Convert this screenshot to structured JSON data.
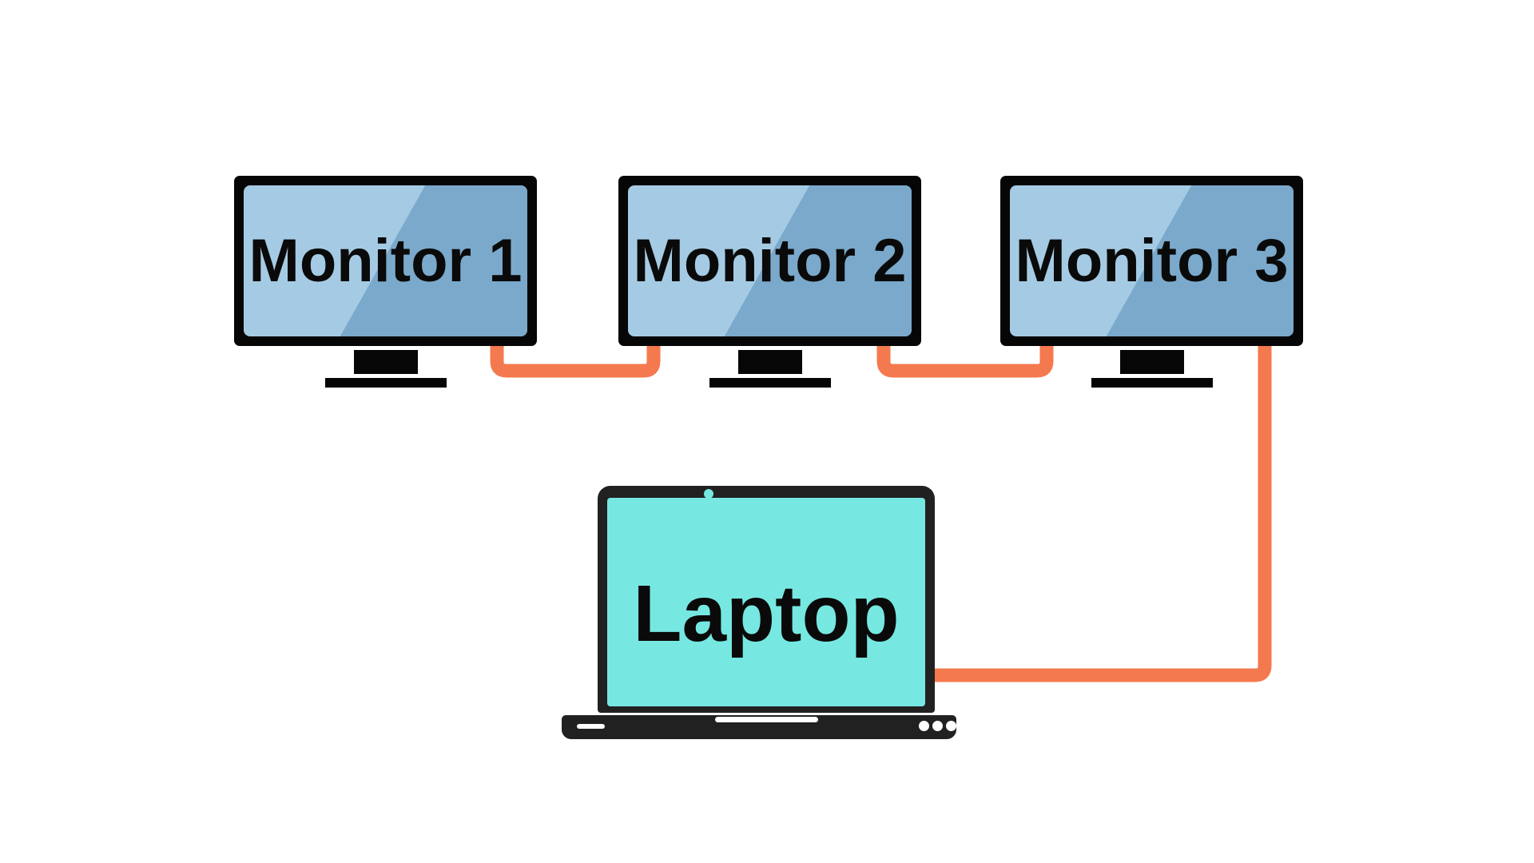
{
  "diagram": {
    "type": "device-connection-diagram",
    "devices": {
      "monitors": [
        {
          "label": "Monitor 1"
        },
        {
          "label": "Monitor 2"
        },
        {
          "label": "Monitor 3"
        }
      ],
      "laptop": {
        "label": "Laptop"
      }
    },
    "connections": [
      {
        "from": "Monitor 1",
        "to": "Monitor 2",
        "style": "orange-cable"
      },
      {
        "from": "Monitor 2",
        "to": "Monitor 3",
        "style": "orange-cable"
      },
      {
        "from": "Monitor 3",
        "to": "Laptop",
        "style": "orange-cable"
      }
    ]
  },
  "colors": {
    "cable-orange": "#F4794E",
    "screen-light": "#A5CBE4",
    "screen-dark": "#7AA9CB",
    "laptop-cyan": "#76E8E1",
    "monitor-black": "#060606",
    "laptop-black": "#212121",
    "label-black": "#0A0A0A",
    "bg": "#FFFFFF"
  }
}
